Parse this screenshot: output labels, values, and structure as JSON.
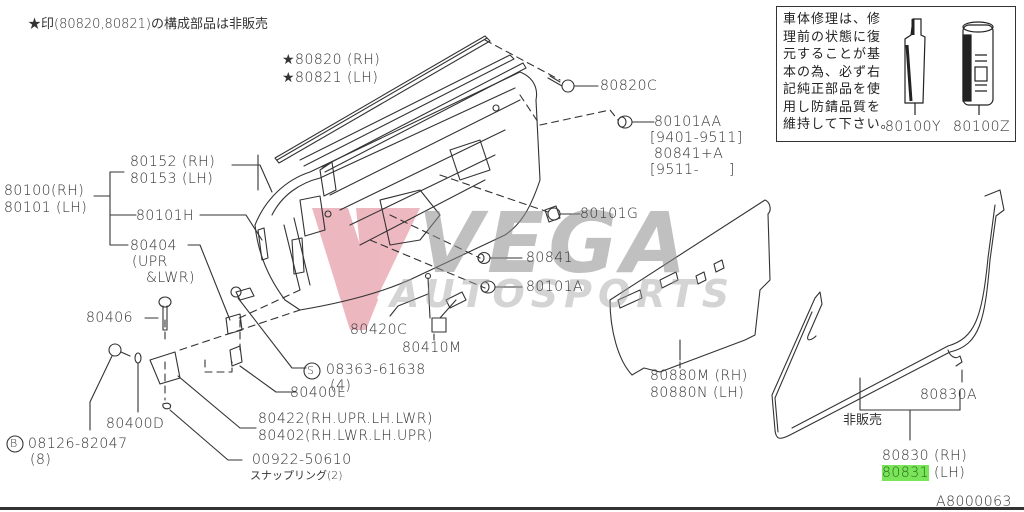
{
  "header_note": "★印(80820,80821)の構成部品は非販売",
  "diagram_id": "A8000063",
  "watermark": {
    "brand": "VEGA",
    "sub": "AUTOSPORTS",
    "logo_color": "#e8a0ac",
    "text_color": "#8c8c8c"
  },
  "note_box": {
    "text": "車体修理は、修\n理前の状態に復\n元することが基\n本の為、必ず右\n記純正部品を使\n用し防錆品質を\n維持して下さい。",
    "products": [
      {
        "part": "80100Y",
        "icon": "sealant-tube-icon"
      },
      {
        "part": "80100Z",
        "icon": "spray-can-icon"
      }
    ]
  },
  "labels": {
    "weatherstrip_rh": "★80820 (RH)",
    "weatherstrip_lh": "★80821 (LH)",
    "p80820c": "80820C",
    "p80101aa": "80101AA",
    "p80101aa_range": "[9401-9511]",
    "p80841a": "80841+A",
    "p80841a_range": "[9511-      ]",
    "p80152": "80152 (RH)",
    "p80153": "80153 (LH)",
    "door_rh": "80100(RH)",
    "door_lh": "80101 (LH)",
    "p80101h": "80101H",
    "p80404": "80404",
    "p80404_note1": "(UPR",
    "p80404_note2": "&LWR)",
    "p80101g": "80101G",
    "p80841": "80841",
    "p80101a": "80101A",
    "p80406": "80406",
    "p80420c": "80420C",
    "p80410m": "80410M",
    "p08363": "08363-61638",
    "p08363_qty": "(4)",
    "p80400e": "80400E",
    "p80400d": "80400D",
    "p80422": "80422(RH.UPR.LH.LWR)",
    "p80402": "80402(RH.LWR.LH.UPR)",
    "p08126": "08126-82047",
    "p08126_qty": "(8)",
    "p00922": "00922-50610",
    "p00922_note": "スナップリング(2)",
    "p80880m": "80880M (RH)",
    "p80880n": "80880N (LH)",
    "p80830a": "80830A",
    "not_for_sale": "非販売",
    "p80830": "80830 (RH)",
    "p80831": "80831",
    "p80831_side": " (LH)",
    "circle_s": "S",
    "circle_b": "B"
  },
  "highlight": {
    "part": "80831",
    "color": "#7be55a"
  }
}
